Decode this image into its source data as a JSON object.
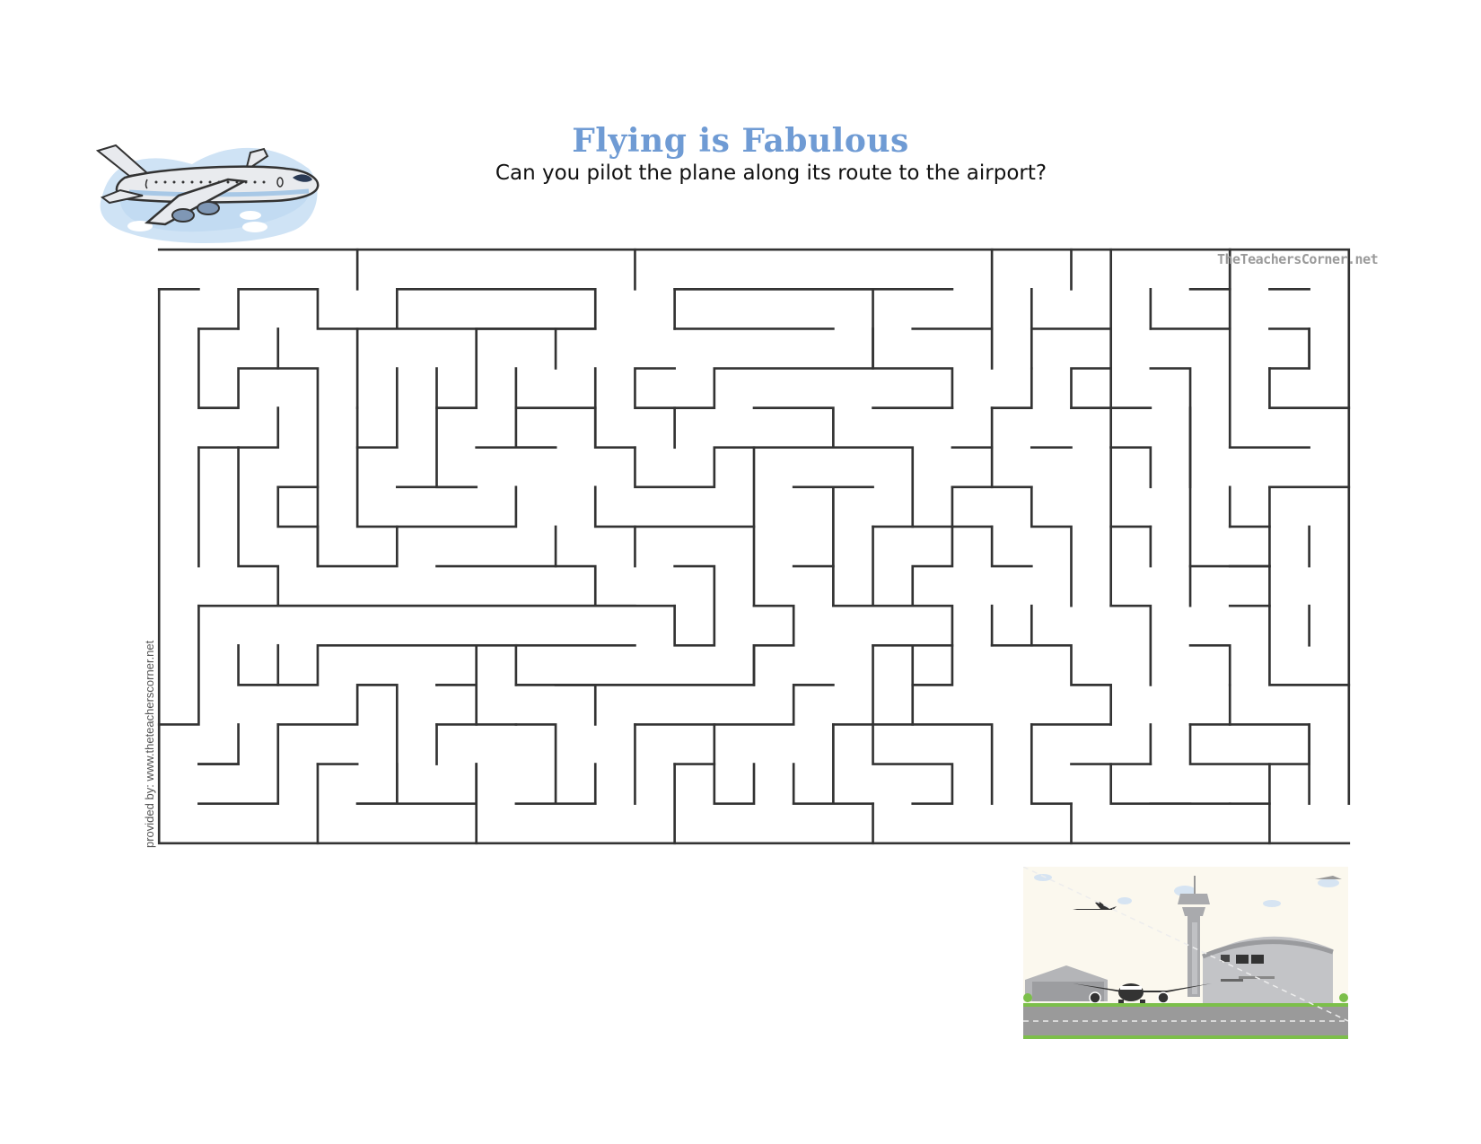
{
  "header": {
    "title": "Flying is Fabulous",
    "subtitle": "Can you pilot the plane along its route to the airport?"
  },
  "maze": {
    "columns": 30,
    "rows": 15,
    "watermark": "TheTeachersCorner.net",
    "side_credit": "provided by: www.theteacherscorner.net",
    "start": "top-left opening",
    "finish": "bottom-right opening"
  },
  "images": {
    "plane": "airplane-clipart",
    "airport": "airport-clipart"
  },
  "colors": {
    "title": "#6f9bd4",
    "maze_line": "#333333",
    "sky": "#cfe3f5",
    "airport_bg": "#fbf8ee",
    "grass": "#7cbf4a",
    "runway": "#9a9a9a"
  }
}
